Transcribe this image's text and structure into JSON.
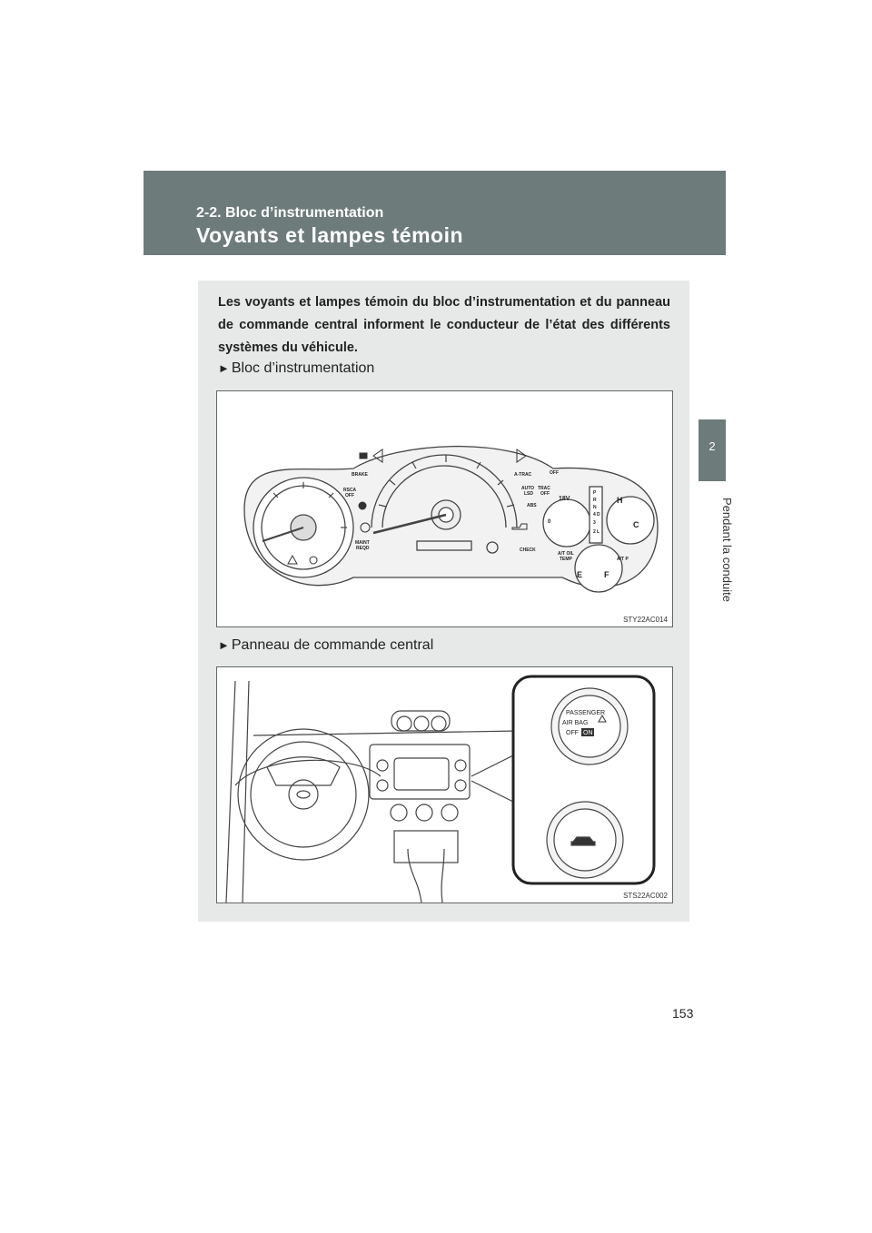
{
  "header": {
    "section": "2-2. Bloc d’instrumentation",
    "title": "Voyants et lampes témoin"
  },
  "side_tab": {
    "number": "2",
    "chapter": "Pendant la conduite"
  },
  "intro": "Les voyants et lampes témoin du bloc d’instrumentation et du panneau de commande central informent le conducteur de l’état des différents systèmes du véhicule.",
  "sections": [
    {
      "arrow": "►",
      "label": "Bloc d’instrumentation",
      "figure_code": "STY22AC014",
      "labels": {
        "brake": "BRAKE",
        "rsca": "RSCA",
        "rsca_off": "OFF",
        "maint": "MAINT",
        "reqd": "REQD",
        "atrac": "A-TRAC",
        "auto": "AUTO",
        "lsd": "LSD",
        "trac": "TRAC",
        "trac_off": "OFF",
        "abs": "ABS",
        "check": "CHECK",
        "at_oil": "A/T OIL",
        "temp": "TEMP",
        "atp": "A/T P",
        "off": "OFF",
        "volt": "18V",
        "p": "P",
        "r": "R",
        "n": "N",
        "d": "D",
        "four": "4",
        "three": "3",
        "two": "2",
        "l": "L",
        "h": "H",
        "c": "C",
        "e": "E",
        "f": "F",
        "zero": "0"
      }
    },
    {
      "arrow": "►",
      "label": "Panneau de commande central",
      "figure_code": "STS22AC002",
      "labels": {
        "passenger": "PASSENGER",
        "air_bag": "AIR BAG",
        "off": "OFF",
        "on": "ON"
      }
    }
  ],
  "page_number": "153"
}
